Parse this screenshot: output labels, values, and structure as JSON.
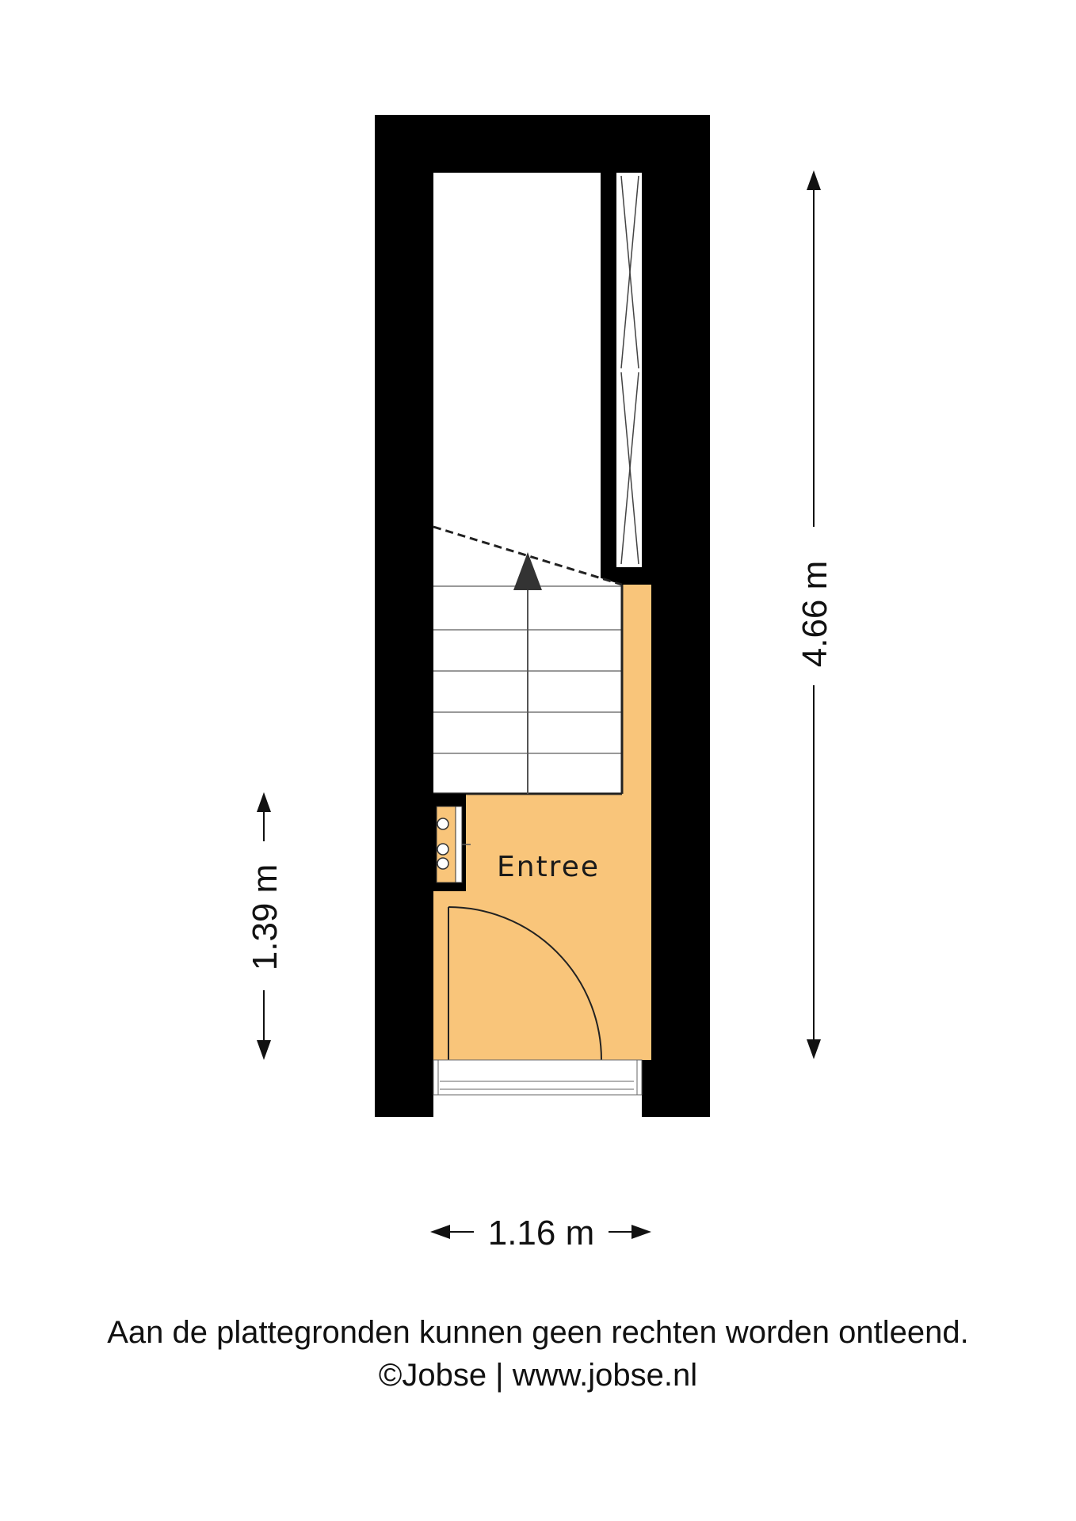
{
  "plan": {
    "room_label": "Entree",
    "room_fill": "#F9C57A",
    "wall_color": "#000000",
    "dimensions": {
      "total_length": "4.66 m",
      "room_length": "1.39 m",
      "width": "1.16 m"
    }
  },
  "footer": {
    "disclaimer": "Aan de plattegronden kunnen geen rechten worden ontleend.",
    "copyright": "©Jobse | www.jobse.nl"
  }
}
